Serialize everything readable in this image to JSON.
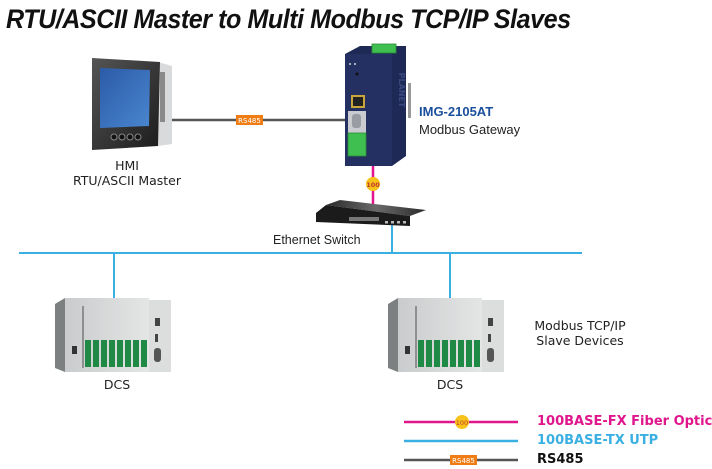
{
  "title": "RTU/ASCII Master to Multi Modbus TCP/IP Slaves",
  "hmi": {
    "line1": "HMI",
    "line2": "RTU/ASCII Master"
  },
  "rs485_tag": "RS485",
  "gateway": {
    "model": "IMG-2105AT",
    "description": "Modbus Gateway",
    "brand": "PLANET"
  },
  "fiber_tag": "100",
  "switch": {
    "label": "Ethernet Switch"
  },
  "slaves": {
    "label_line1": "Modbus TCP/IP",
    "label_line2": "Slave Devices",
    "devices": [
      {
        "label": "DCS"
      },
      {
        "label": "DCS"
      }
    ]
  },
  "legend": [
    {
      "label": "100BASE-FX Fiber Optic",
      "color": "#e0168c",
      "tag": "100"
    },
    {
      "label": "100BASE-TX UTP",
      "color": "#3ab0e2",
      "tag": ""
    },
    {
      "label": "RS485",
      "color": "#111111",
      "tag": "RS485"
    }
  ],
  "colors": {
    "fiber": "#e0168c",
    "utp": "#3ab0e2",
    "rs485": "#555555",
    "rs485_tag": "#ef7d14",
    "fiber_tag": "#f7c21a",
    "gateway_body": "#1e2a55",
    "terminal_green": "#3fbf4f",
    "dcs_card": "#1f8a45"
  }
}
